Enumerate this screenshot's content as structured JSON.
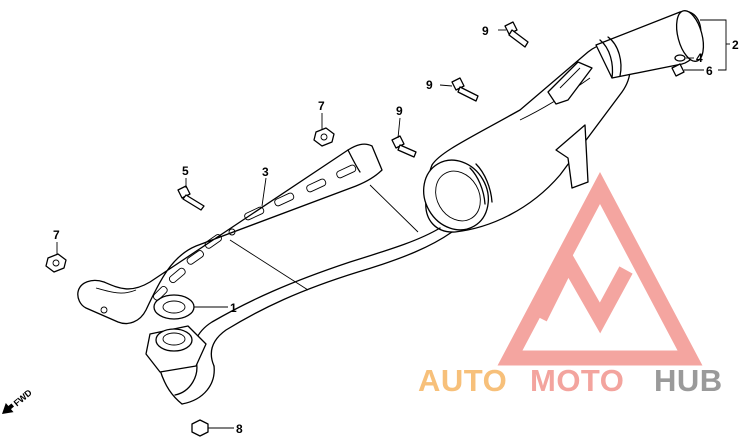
{
  "diagram": {
    "part_labels": {
      "p1": "1",
      "p2": "2",
      "p3": "3",
      "p4": "4",
      "p5": "5",
      "p6": "6",
      "p7_top": "7",
      "p7_left": "7",
      "p8": "8",
      "p9_top": "9",
      "p9_mid": "9",
      "p9_low": "9"
    },
    "direction_label": "FWD"
  },
  "watermark": {
    "text_part1": "AUTO",
    "text_part2": "MOTO",
    "text_part3": "HUB",
    "colors": {
      "logo": "#f4a5a0",
      "auto": "#f7c07a",
      "moto": "#f3a49e",
      "hub": "#9a9a9a"
    }
  }
}
